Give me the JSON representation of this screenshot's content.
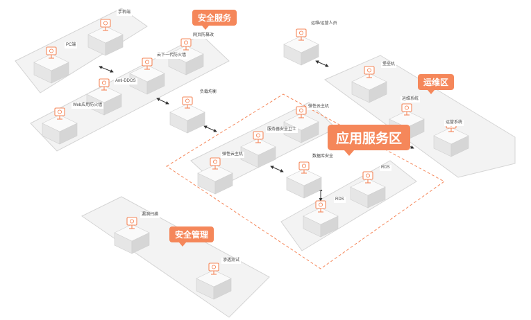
{
  "zones": {
    "security_service": "安全服务",
    "ops": "运维区",
    "app_service": "应用服务区",
    "security_mgmt": "安全管理"
  },
  "nodes": {
    "mobile": "手机端",
    "pc": "PC端",
    "web_tamper": "网页防篡改",
    "cloud_firewall": "云下一代防火墙",
    "anti_ddos": "Anti-DDOS",
    "waf": "Web应用防火墙",
    "load_balancer": "负载均衡",
    "ops_staff": "运维/运营人员",
    "bastion": "堡垒机",
    "ops_system": "运维系统",
    "operation_system": "运营系统",
    "elastic_host_top": "弹性云主机",
    "server_guard": "服务器安全卫士",
    "elastic_host_left": "弹性云主机",
    "db_security": "数据库安全",
    "rds_right": "RDS",
    "rds_bottom": "RDS",
    "vuln_scan": "漏洞扫描",
    "pen_test": "渗透测试"
  },
  "colors": {
    "accent": "#f5875a",
    "platform_fill": "#f3f3f3",
    "platform_stroke": "#d4d4d4",
    "box_top": "#fafafa",
    "box_left": "#e6e6e6",
    "box_right": "#d6d6d6",
    "icon": "#f5875a"
  }
}
